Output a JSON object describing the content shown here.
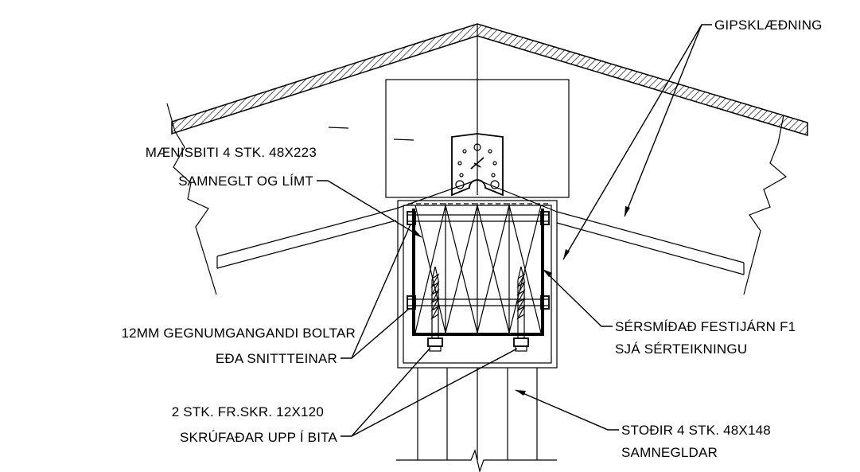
{
  "labels": {
    "gips": "GIPSKLÆÐNING",
    "maenisbiti_1": "MÆNISBITI 4 STK. 48X223",
    "maenisbiti_2": "SAMNEGLT OG LÍMT",
    "boltar_1": "12MM GEGNUMGANGANDI BOLTAR",
    "boltar_2": "EÐA SNITTTEINAR",
    "skrufur_1": "2 STK. FR.SKR. 12X120",
    "skrufur_2": "SKRÚFAÐAR UPP Í BITA",
    "festijarn_1": "SÉRSMÍÐAÐ FESTIJÁRN F1",
    "festijarn_2": "SJÁ SÉRTEIKNINGU",
    "stodir_1": "STOÐIR 4 STK. 48X148",
    "stodir_2": "SAMNEGLDAR"
  },
  "colors": {
    "line": "#000000",
    "background": "#ffffff"
  }
}
